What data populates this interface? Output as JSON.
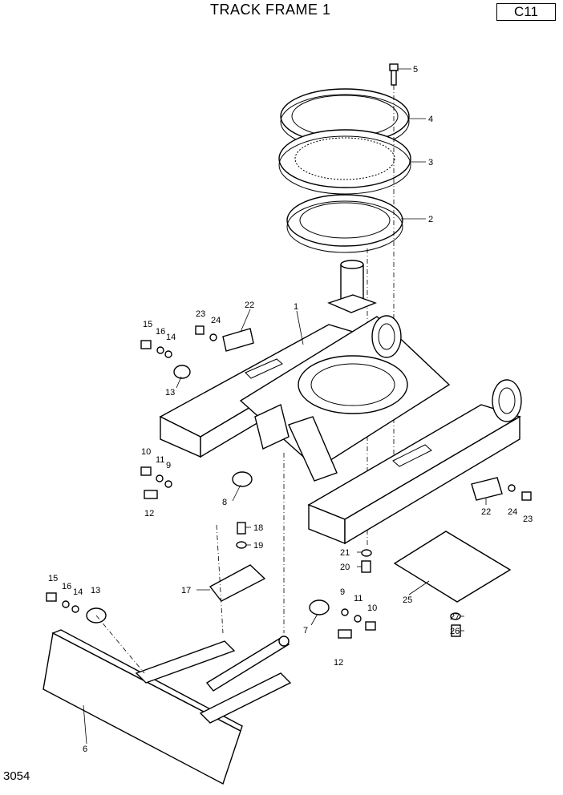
{
  "title": "TRACK FRAME 1",
  "code": "C11",
  "page_number": "3054",
  "callouts": [
    {
      "id": "c-5-top",
      "label": "5"
    },
    {
      "id": "c-4",
      "label": "4"
    },
    {
      "id": "c-3",
      "label": "3"
    },
    {
      "id": "c-2",
      "label": "2"
    },
    {
      "id": "c-1",
      "label": "1"
    },
    {
      "id": "c-22-left",
      "label": "22"
    },
    {
      "id": "c-23-left",
      "label": "23"
    },
    {
      "id": "c-24-left",
      "label": "24"
    },
    {
      "id": "c-15-top",
      "label": "15"
    },
    {
      "id": "c-16-top",
      "label": "16"
    },
    {
      "id": "c-14-top",
      "label": "14"
    },
    {
      "id": "c-13-top",
      "label": "13"
    },
    {
      "id": "c-10-left",
      "label": "10"
    },
    {
      "id": "c-11-left",
      "label": "11"
    },
    {
      "id": "c-9-left",
      "label": "9"
    },
    {
      "id": "c-12-left",
      "label": "12"
    },
    {
      "id": "c-8",
      "label": "8"
    },
    {
      "id": "c-22-right",
      "label": "22"
    },
    {
      "id": "c-24-right",
      "label": "24"
    },
    {
      "id": "c-23-right",
      "label": "23"
    },
    {
      "id": "c-18",
      "label": "18"
    },
    {
      "id": "c-19",
      "label": "19"
    },
    {
      "id": "c-21",
      "label": "21"
    },
    {
      "id": "c-20",
      "label": "20"
    },
    {
      "id": "c-25",
      "label": "25"
    },
    {
      "id": "c-17",
      "label": "17"
    },
    {
      "id": "c-15-bottom",
      "label": "15"
    },
    {
      "id": "c-16-bottom",
      "label": "16"
    },
    {
      "id": "c-14-bottom",
      "label": "14"
    },
    {
      "id": "c-13-bottom",
      "label": "13"
    },
    {
      "id": "c-9-right",
      "label": "9"
    },
    {
      "id": "c-11-right",
      "label": "11"
    },
    {
      "id": "c-10-right",
      "label": "10"
    },
    {
      "id": "c-7",
      "label": "7"
    },
    {
      "id": "c-12-right",
      "label": "12"
    },
    {
      "id": "c-27",
      "label": "27"
    },
    {
      "id": "c-26",
      "label": "26"
    },
    {
      "id": "c-6",
      "label": "6"
    }
  ]
}
